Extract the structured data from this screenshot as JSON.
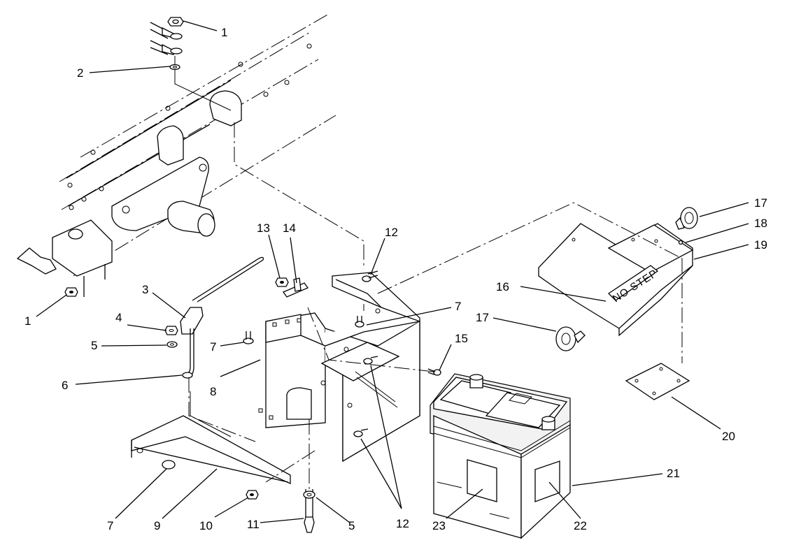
{
  "callouts": [
    {
      "id": "c1a",
      "label": "1"
    },
    {
      "id": "c2",
      "label": "2"
    },
    {
      "id": "c1b",
      "label": "1"
    },
    {
      "id": "c3",
      "label": "3"
    },
    {
      "id": "c4",
      "label": "4"
    },
    {
      "id": "c5a",
      "label": "5"
    },
    {
      "id": "c6",
      "label": "6"
    },
    {
      "id": "c7a",
      "label": "7"
    },
    {
      "id": "c8",
      "label": "8"
    },
    {
      "id": "c7b",
      "label": "7"
    },
    {
      "id": "c9",
      "label": "9"
    },
    {
      "id": "c10",
      "label": "10"
    },
    {
      "id": "c11",
      "label": "11"
    },
    {
      "id": "c5b",
      "label": "5"
    },
    {
      "id": "c12a",
      "label": "12"
    },
    {
      "id": "c13",
      "label": "13"
    },
    {
      "id": "c14",
      "label": "14"
    },
    {
      "id": "c12b",
      "label": "12"
    },
    {
      "id": "c7c",
      "label": "7"
    },
    {
      "id": "c15",
      "label": "15"
    },
    {
      "id": "c16",
      "label": "16"
    },
    {
      "id": "c17a",
      "label": "17"
    },
    {
      "id": "c17b",
      "label": "17"
    },
    {
      "id": "c18",
      "label": "18"
    },
    {
      "id": "c19",
      "label": "19"
    },
    {
      "id": "c20",
      "label": "20"
    },
    {
      "id": "c21",
      "label": "21"
    },
    {
      "id": "c22",
      "label": "22"
    },
    {
      "id": "c23",
      "label": "23"
    }
  ],
  "decal_text": "NO STEP"
}
